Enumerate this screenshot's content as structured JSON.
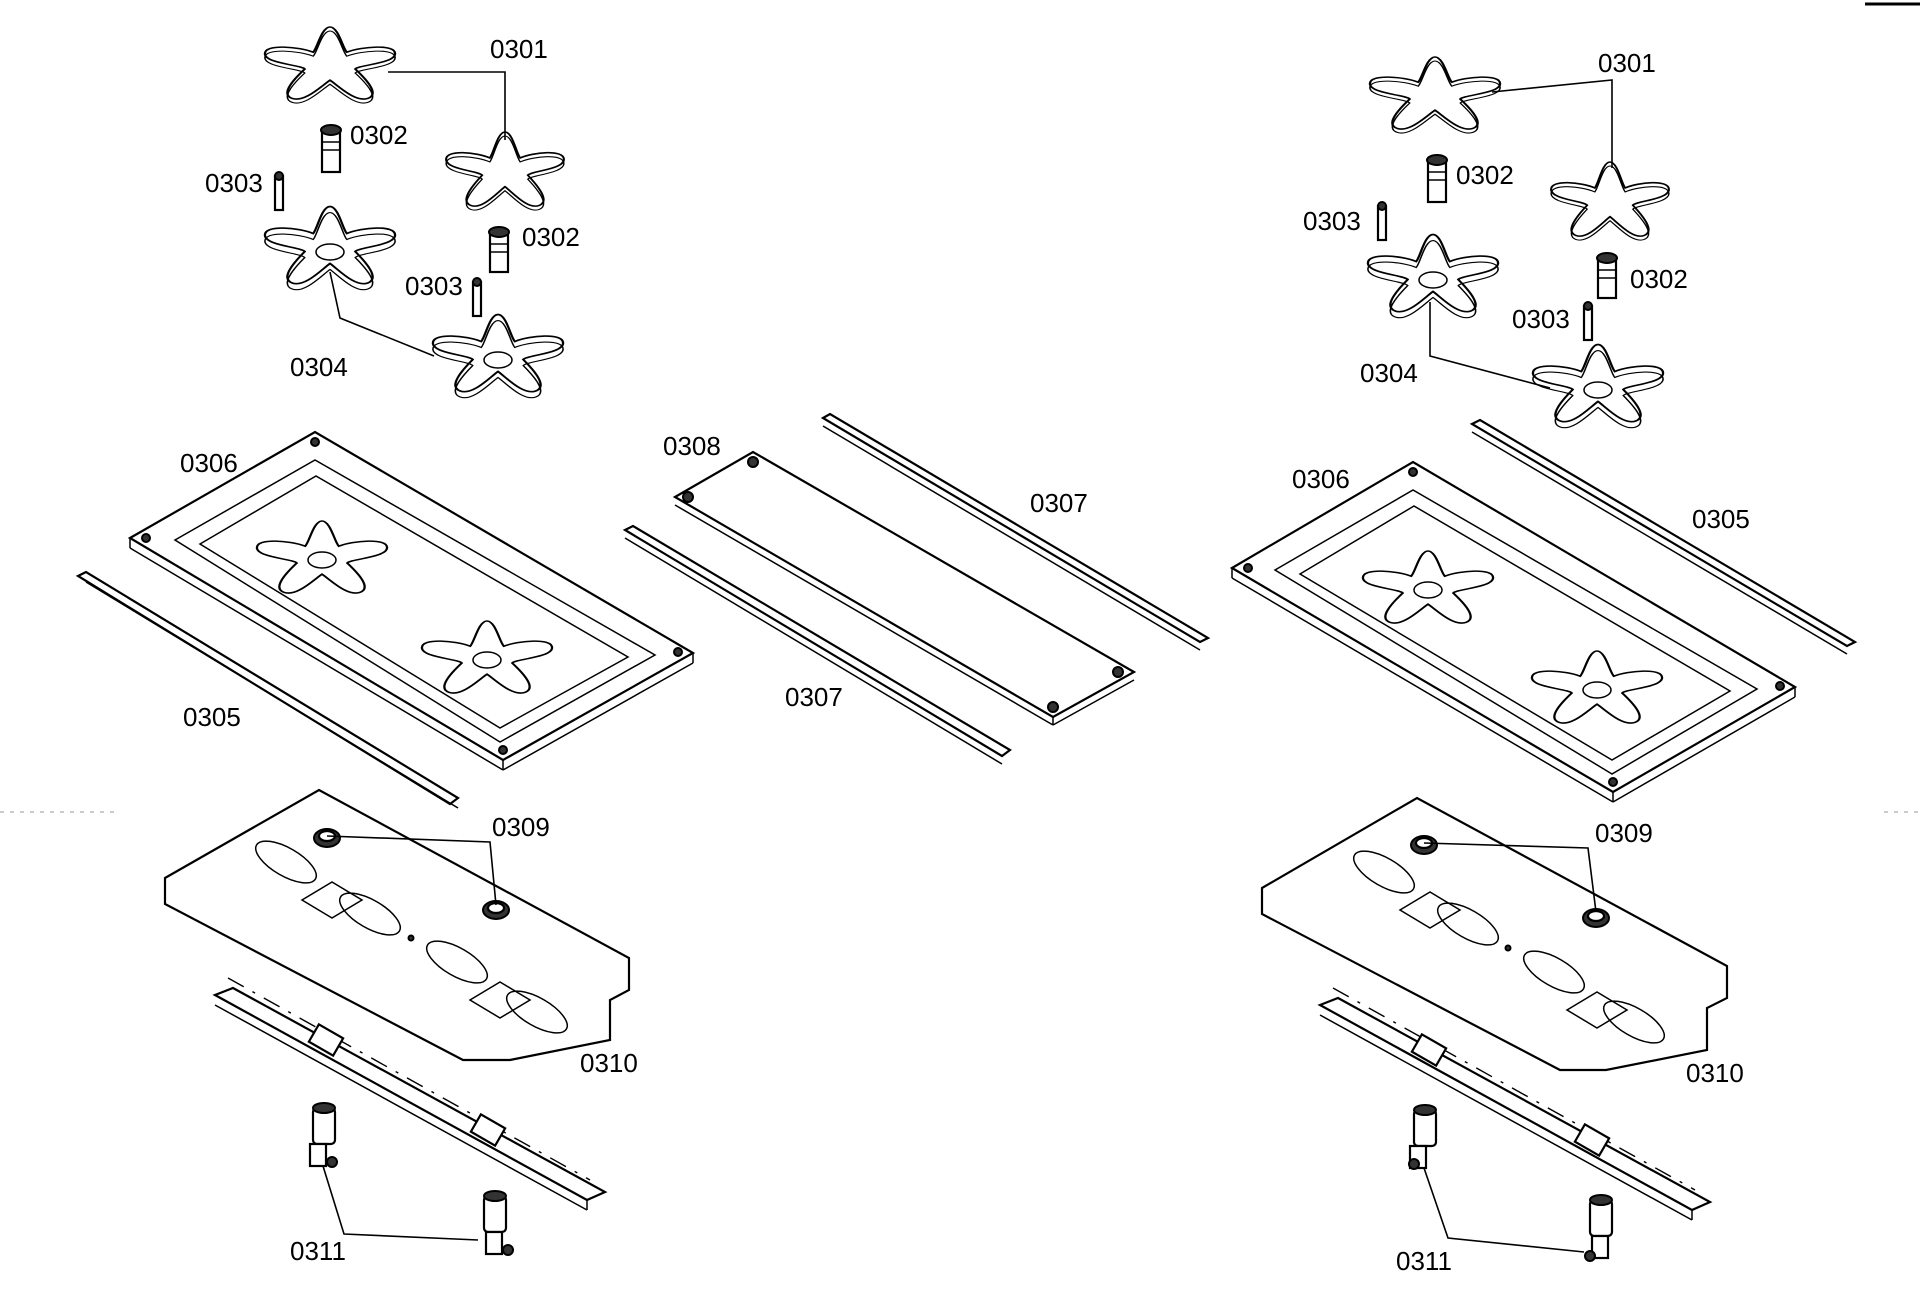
{
  "left_labels": {
    "cap": "0301",
    "inj_a": "0302",
    "inj_b": "0302",
    "pin_a": "0303",
    "pin_b": "0303",
    "head": "0304",
    "strip": "0305",
    "tray": "0306",
    "seal": "0310",
    "grommet": "0309",
    "valve": "0311"
  },
  "middle_labels": {
    "panel": "0308",
    "strip_top": "0307",
    "strip_bottom": "0307"
  },
  "right_labels": {
    "cap": "0301",
    "inj_a": "0302",
    "inj_b": "0302",
    "pin_a": "0303",
    "pin_b": "0303",
    "head": "0304",
    "strip": "0305",
    "tray": "0306",
    "seal": "0310",
    "grommet": "0309",
    "valve": "0311"
  }
}
